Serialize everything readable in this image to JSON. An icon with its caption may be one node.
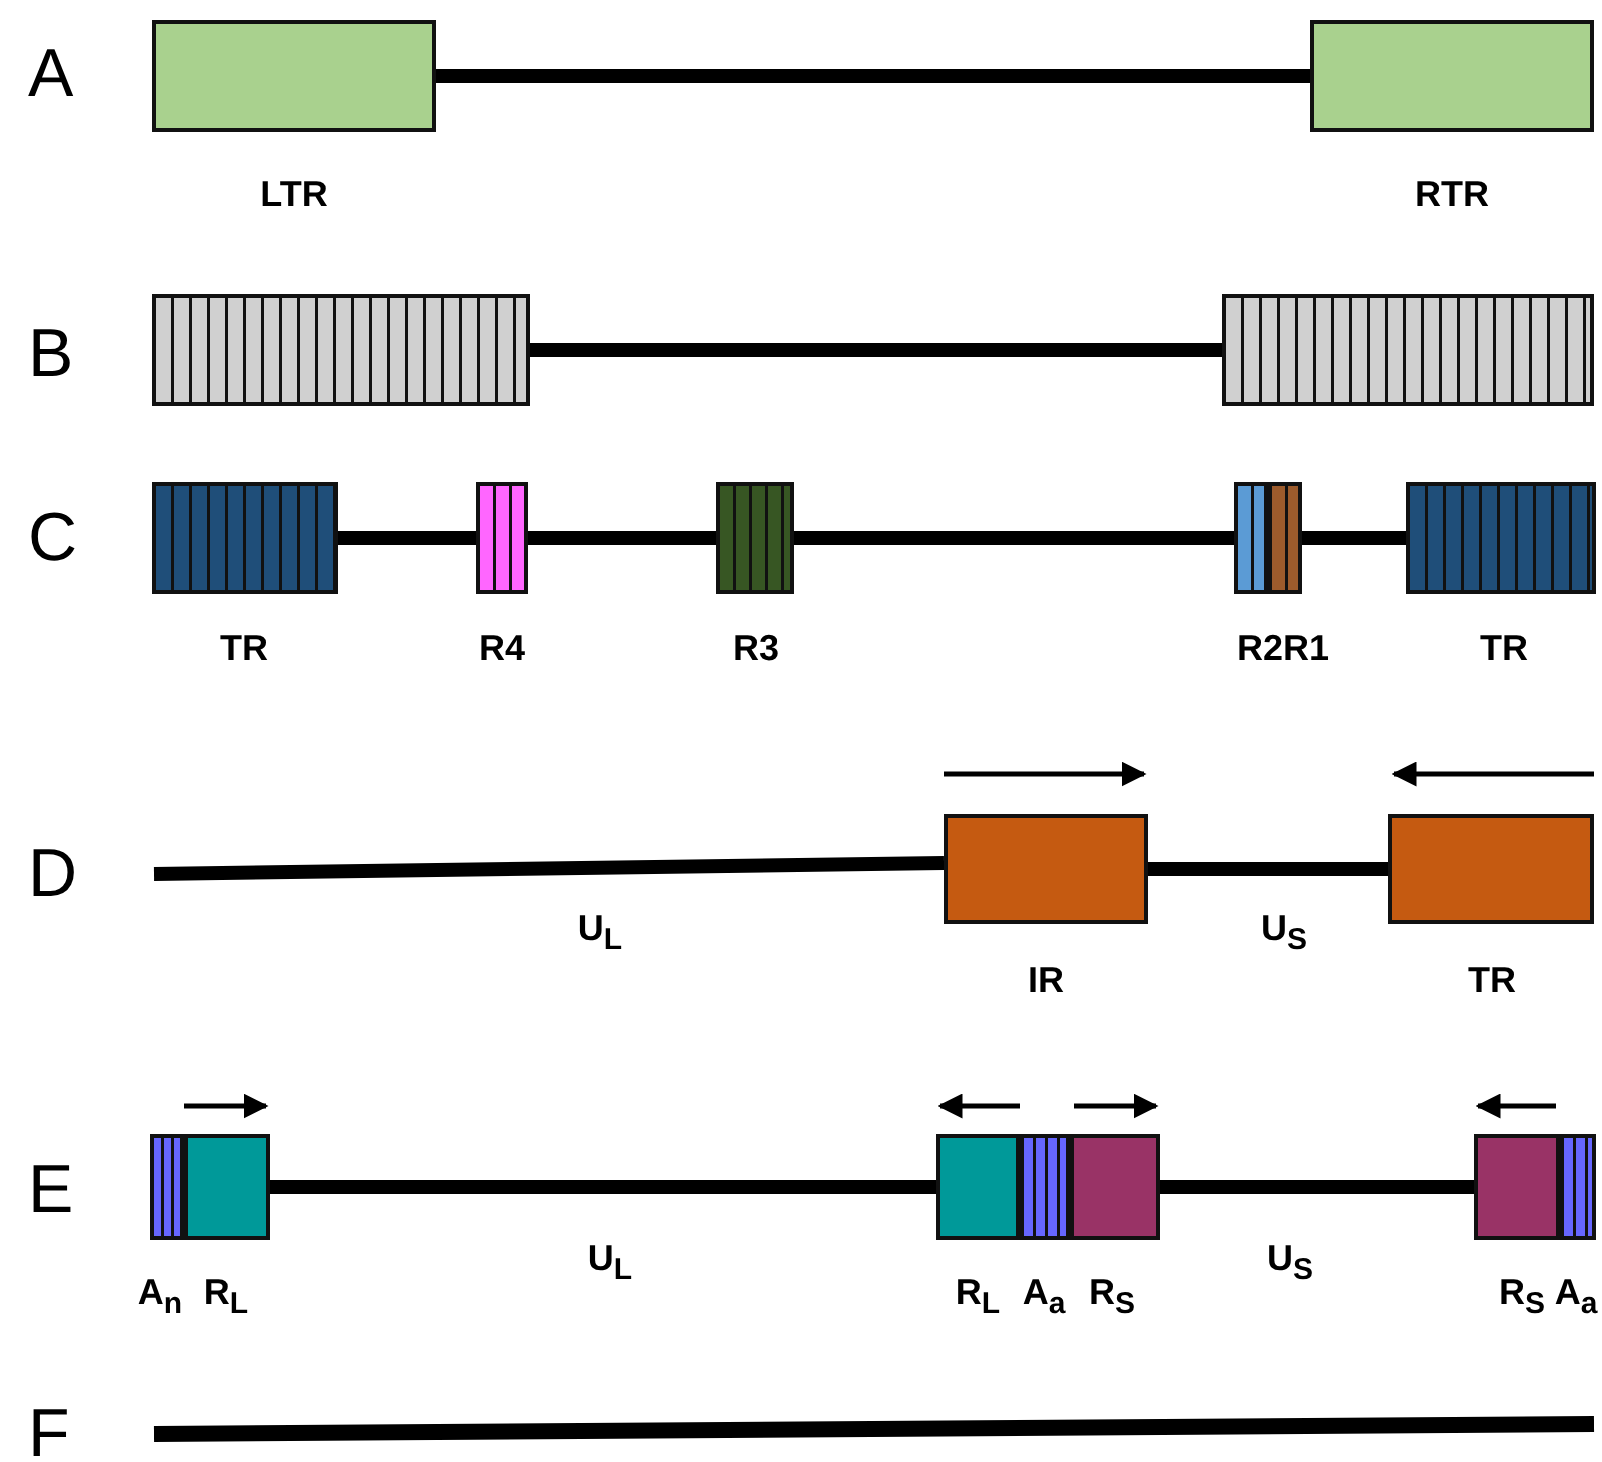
{
  "diagram": {
    "nodes": [
      {
        "text": [
          "LTR"
        ]
      },
      {
        "text": [
          "RTR"
        ]
      },
      {
        "text": [],
        "shape": "box"
      },
      {
        "text": [],
        "shape": "box"
      },
      {
        "text": [
          "TR"
        ]
      },
      {
        "text": [
          "R4"
        ]
      },
      {
        "text": [
          "R3"
        ]
      },
      {
        "text": [
          "R2"
        ]
      },
      {
        "text": [
          "R1"
        ]
      },
      {
        "text": [
          "TR"
        ]
      },
      {
        "text": [
          "IR"
        ]
      },
      {
        "text": [
          "TR"
        ]
      },
      {
        "text": [
          "A$_{n}$"
        ]
      },
      {
        "text": [
          "R$_{L}$"
        ]
      },
      {
        "text": [
          "R$_{L}$"
        ]
      },
      {
        "text": [
          "A$_{a}$"
        ]
      },
      {
        "text": [
          "R$_{S}$"
        ]
      },
      {
        "text": [
          "R$_{S}$"
        ]
      },
      {
        "text": [
          "A$_{a}$"
        ]
      }
    ],
    "edges": [
      {
        "from": 0,
        "to": 1,
        "arrow": "none"
      },
      {
        "from": 2,
        "to": 3,
        "arrow": "none"
      },
      {
        "from": 4,
        "to": 5,
        "arrow": "none"
      },
      {
        "from": 5,
        "to": 6,
        "arrow": "none"
      },
      {
        "from": 6,
        "to": 7,
        "arrow": "none"
      },
      {
        "from": 8,
        "to": 9,
        "arrow": "none"
      },
      {
        "from": null,
        "to": 10,
        "arrow": "none",
        "label": "U$_{L}$"
      },
      {
        "from": 10,
        "to": 11,
        "arrow": "none",
        "label": "U$_{S}$"
      },
      {
        "from": 13,
        "to": 14,
        "arrow": "none",
        "label": "U$_{L}$"
      },
      {
        "from": 16,
        "to": 17,
        "arrow": "none",
        "label": "U$_{S}$"
      }
    ],
    "labels": [
      "A",
      "B",
      "C",
      "D",
      "E",
      "F"
    ]
  }
}
